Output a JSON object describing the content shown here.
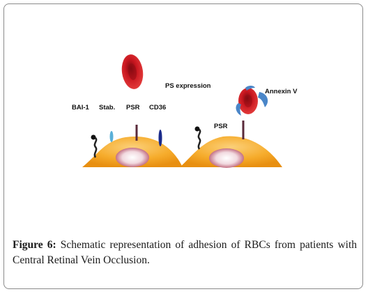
{
  "diagram": {
    "labels": {
      "bai1": "BAI-1",
      "stab": "Stab.",
      "psr_left": "PSR",
      "cd36": "CD36",
      "ps_expression": "PS expression",
      "psr_right": "PSR",
      "annexin": "Annexin V"
    }
  },
  "caption": {
    "figure_label": "Figure 6:",
    "text": " Schematic representation of adhesion of RBCs from patients with Central Retinal Vein Occlusion."
  },
  "colors": {
    "cell_orange": "#f5a623",
    "rbc_red": "#c0141c",
    "annexin_blue": "#4a86c8"
  }
}
